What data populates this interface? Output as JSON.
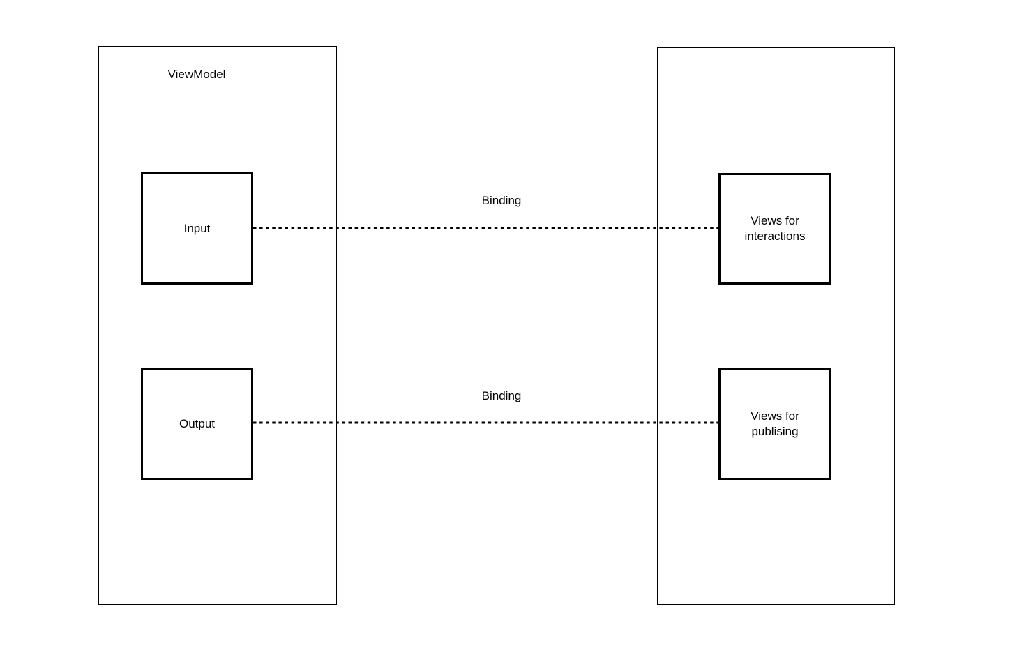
{
  "diagram": {
    "background_color": "#ffffff",
    "stroke_color": "#000000",
    "left_container": {
      "label": "ViewModel"
    },
    "right_container": {},
    "nodes": {
      "input": {
        "label": "Input"
      },
      "output": {
        "label": "Output"
      },
      "views_interactions": {
        "label": "Views for\ninteractions"
      },
      "views_publising": {
        "label": "Views for\npublising"
      }
    },
    "connectors": {
      "top": {
        "label": "Binding",
        "style": "dotted"
      },
      "bottom": {
        "label": "Binding",
        "style": "dotted"
      }
    }
  }
}
